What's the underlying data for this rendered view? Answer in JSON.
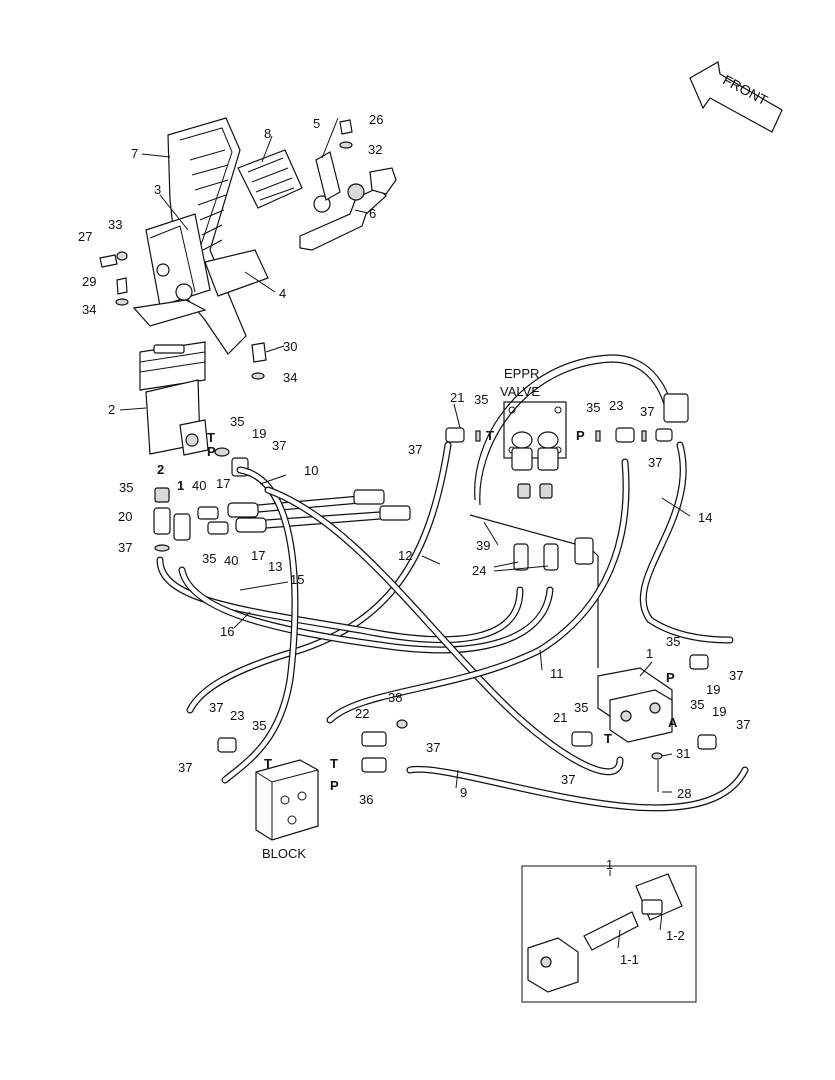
{
  "labels": {
    "front": "FRONT",
    "eppr_line1": "EPPR",
    "eppr_line2": "VALVE",
    "block": "BLOCK"
  },
  "callouts": [
    {
      "id": "c26",
      "text": "26"
    },
    {
      "id": "c5",
      "text": "5"
    },
    {
      "id": "c8",
      "text": "8"
    },
    {
      "id": "c7",
      "text": "7"
    },
    {
      "id": "c32",
      "text": "32"
    },
    {
      "id": "c3",
      "text": "3"
    },
    {
      "id": "c6",
      "text": "6"
    },
    {
      "id": "c33",
      "text": "33"
    },
    {
      "id": "c27",
      "text": "27"
    },
    {
      "id": "c29",
      "text": "29"
    },
    {
      "id": "c4",
      "text": "4"
    },
    {
      "id": "c34a",
      "text": "34"
    },
    {
      "id": "c30",
      "text": "30"
    },
    {
      "id": "c34b",
      "text": "34"
    },
    {
      "id": "c2",
      "text": "2"
    },
    {
      "id": "c35a",
      "text": "35"
    },
    {
      "id": "c19a",
      "text": "19"
    },
    {
      "id": "c37a",
      "text": "37"
    },
    {
      "id": "c21a",
      "text": "21"
    },
    {
      "id": "c35b",
      "text": "35"
    },
    {
      "id": "c35c",
      "text": "35"
    },
    {
      "id": "c23a",
      "text": "23"
    },
    {
      "id": "c37b",
      "text": "37"
    },
    {
      "id": "c37c",
      "text": "37"
    },
    {
      "id": "c37d",
      "text": "37"
    },
    {
      "id": "c10",
      "text": "10"
    },
    {
      "id": "c35d",
      "text": "35"
    },
    {
      "id": "c40a",
      "text": "40"
    },
    {
      "id": "c17a",
      "text": "17"
    },
    {
      "id": "c20",
      "text": "20"
    },
    {
      "id": "c14",
      "text": "14"
    },
    {
      "id": "c35e",
      "text": "35"
    },
    {
      "id": "c40b",
      "text": "40"
    },
    {
      "id": "c17b",
      "text": "17"
    },
    {
      "id": "c37e",
      "text": "37"
    },
    {
      "id": "c39",
      "text": "39"
    },
    {
      "id": "c13",
      "text": "13"
    },
    {
      "id": "c12",
      "text": "12"
    },
    {
      "id": "c24",
      "text": "24"
    },
    {
      "id": "c15",
      "text": "15"
    },
    {
      "id": "c16",
      "text": "16"
    },
    {
      "id": "c1a",
      "text": "1"
    },
    {
      "id": "c35f",
      "text": "35"
    },
    {
      "id": "c37f",
      "text": "37"
    },
    {
      "id": "c19b",
      "text": "19"
    },
    {
      "id": "c11",
      "text": "11"
    },
    {
      "id": "c38",
      "text": "38"
    },
    {
      "id": "c21b",
      "text": "21"
    },
    {
      "id": "c35g",
      "text": "35"
    },
    {
      "id": "c35h",
      "text": "35"
    },
    {
      "id": "c19c",
      "text": "19"
    },
    {
      "id": "c37g",
      "text": "37"
    },
    {
      "id": "c22",
      "text": "22"
    },
    {
      "id": "c37h",
      "text": "37"
    },
    {
      "id": "c23b",
      "text": "23"
    },
    {
      "id": "c35i",
      "text": "35"
    },
    {
      "id": "c37i",
      "text": "37"
    },
    {
      "id": "c37j",
      "text": "37"
    },
    {
      "id": "c37k",
      "text": "37"
    },
    {
      "id": "c31",
      "text": "31"
    },
    {
      "id": "c36",
      "text": "36"
    },
    {
      "id": "c9",
      "text": "9"
    },
    {
      "id": "c28",
      "text": "28"
    },
    {
      "id": "c1b",
      "text": "1"
    },
    {
      "id": "c1-2",
      "text": "1-2"
    },
    {
      "id": "c1-1",
      "text": "1-1"
    }
  ],
  "port_letters": [
    {
      "id": "pT1",
      "text": "T"
    },
    {
      "id": "pP1",
      "text": "P"
    },
    {
      "id": "p2",
      "text": "2"
    },
    {
      "id": "p1",
      "text": "1"
    },
    {
      "id": "pT2",
      "text": "T"
    },
    {
      "id": "pP2",
      "text": "P"
    },
    {
      "id": "pP3",
      "text": "P"
    },
    {
      "id": "pT3",
      "text": "T"
    },
    {
      "id": "pA",
      "text": "A"
    },
    {
      "id": "pT4",
      "text": "T"
    },
    {
      "id": "pT5",
      "text": "T"
    },
    {
      "id": "pP4",
      "text": "P"
    }
  ]
}
